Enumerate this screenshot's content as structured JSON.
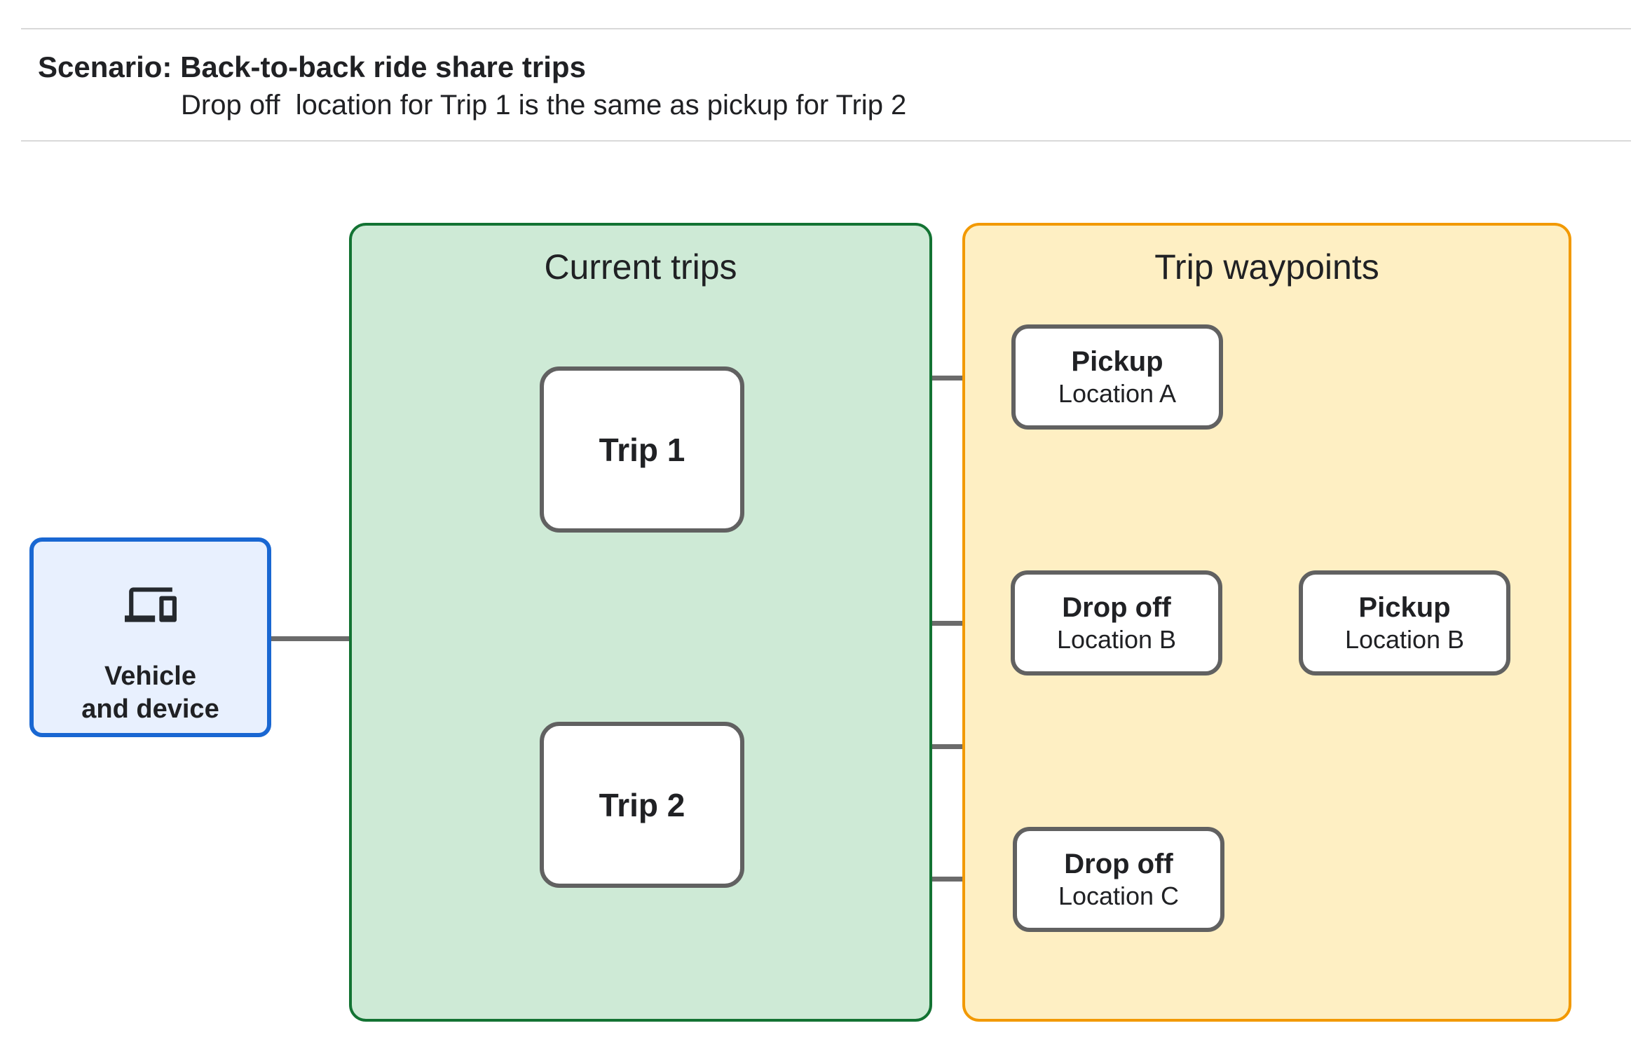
{
  "header": {
    "title": "Scenario: Back-to-back ride share trips",
    "subtitle": "Drop off  location for Trip 1 is the same as pickup for Trip 2"
  },
  "vehicle_node": {
    "icon": "devices-icon",
    "label_line1": "Vehicle",
    "label_line2": "and device"
  },
  "panels": {
    "current_trips": {
      "title": "Current trips"
    },
    "trip_waypoints": {
      "title": "Trip waypoints"
    }
  },
  "trips": [
    {
      "label": "Trip 1"
    },
    {
      "label": "Trip 2"
    }
  ],
  "waypoints": [
    {
      "title": "Pickup",
      "subtitle": "Location A"
    },
    {
      "title": "Drop off",
      "subtitle": "Location B"
    },
    {
      "title": "Pickup",
      "subtitle": "Location B"
    },
    {
      "title": "Drop off",
      "subtitle": "Location C"
    }
  ],
  "colors": {
    "text": "#202124",
    "rule": "#d9d9d9",
    "connector": "#6b6b6b",
    "node_border": "#616161",
    "vehicle_fill": "#e8f0fe",
    "vehicle_border": "#1967d2",
    "current_trips_fill": "#ceead6",
    "current_trips_border": "#137333",
    "trip_waypoints_fill": "#feefc3",
    "trip_waypoints_border": "#f29900"
  }
}
